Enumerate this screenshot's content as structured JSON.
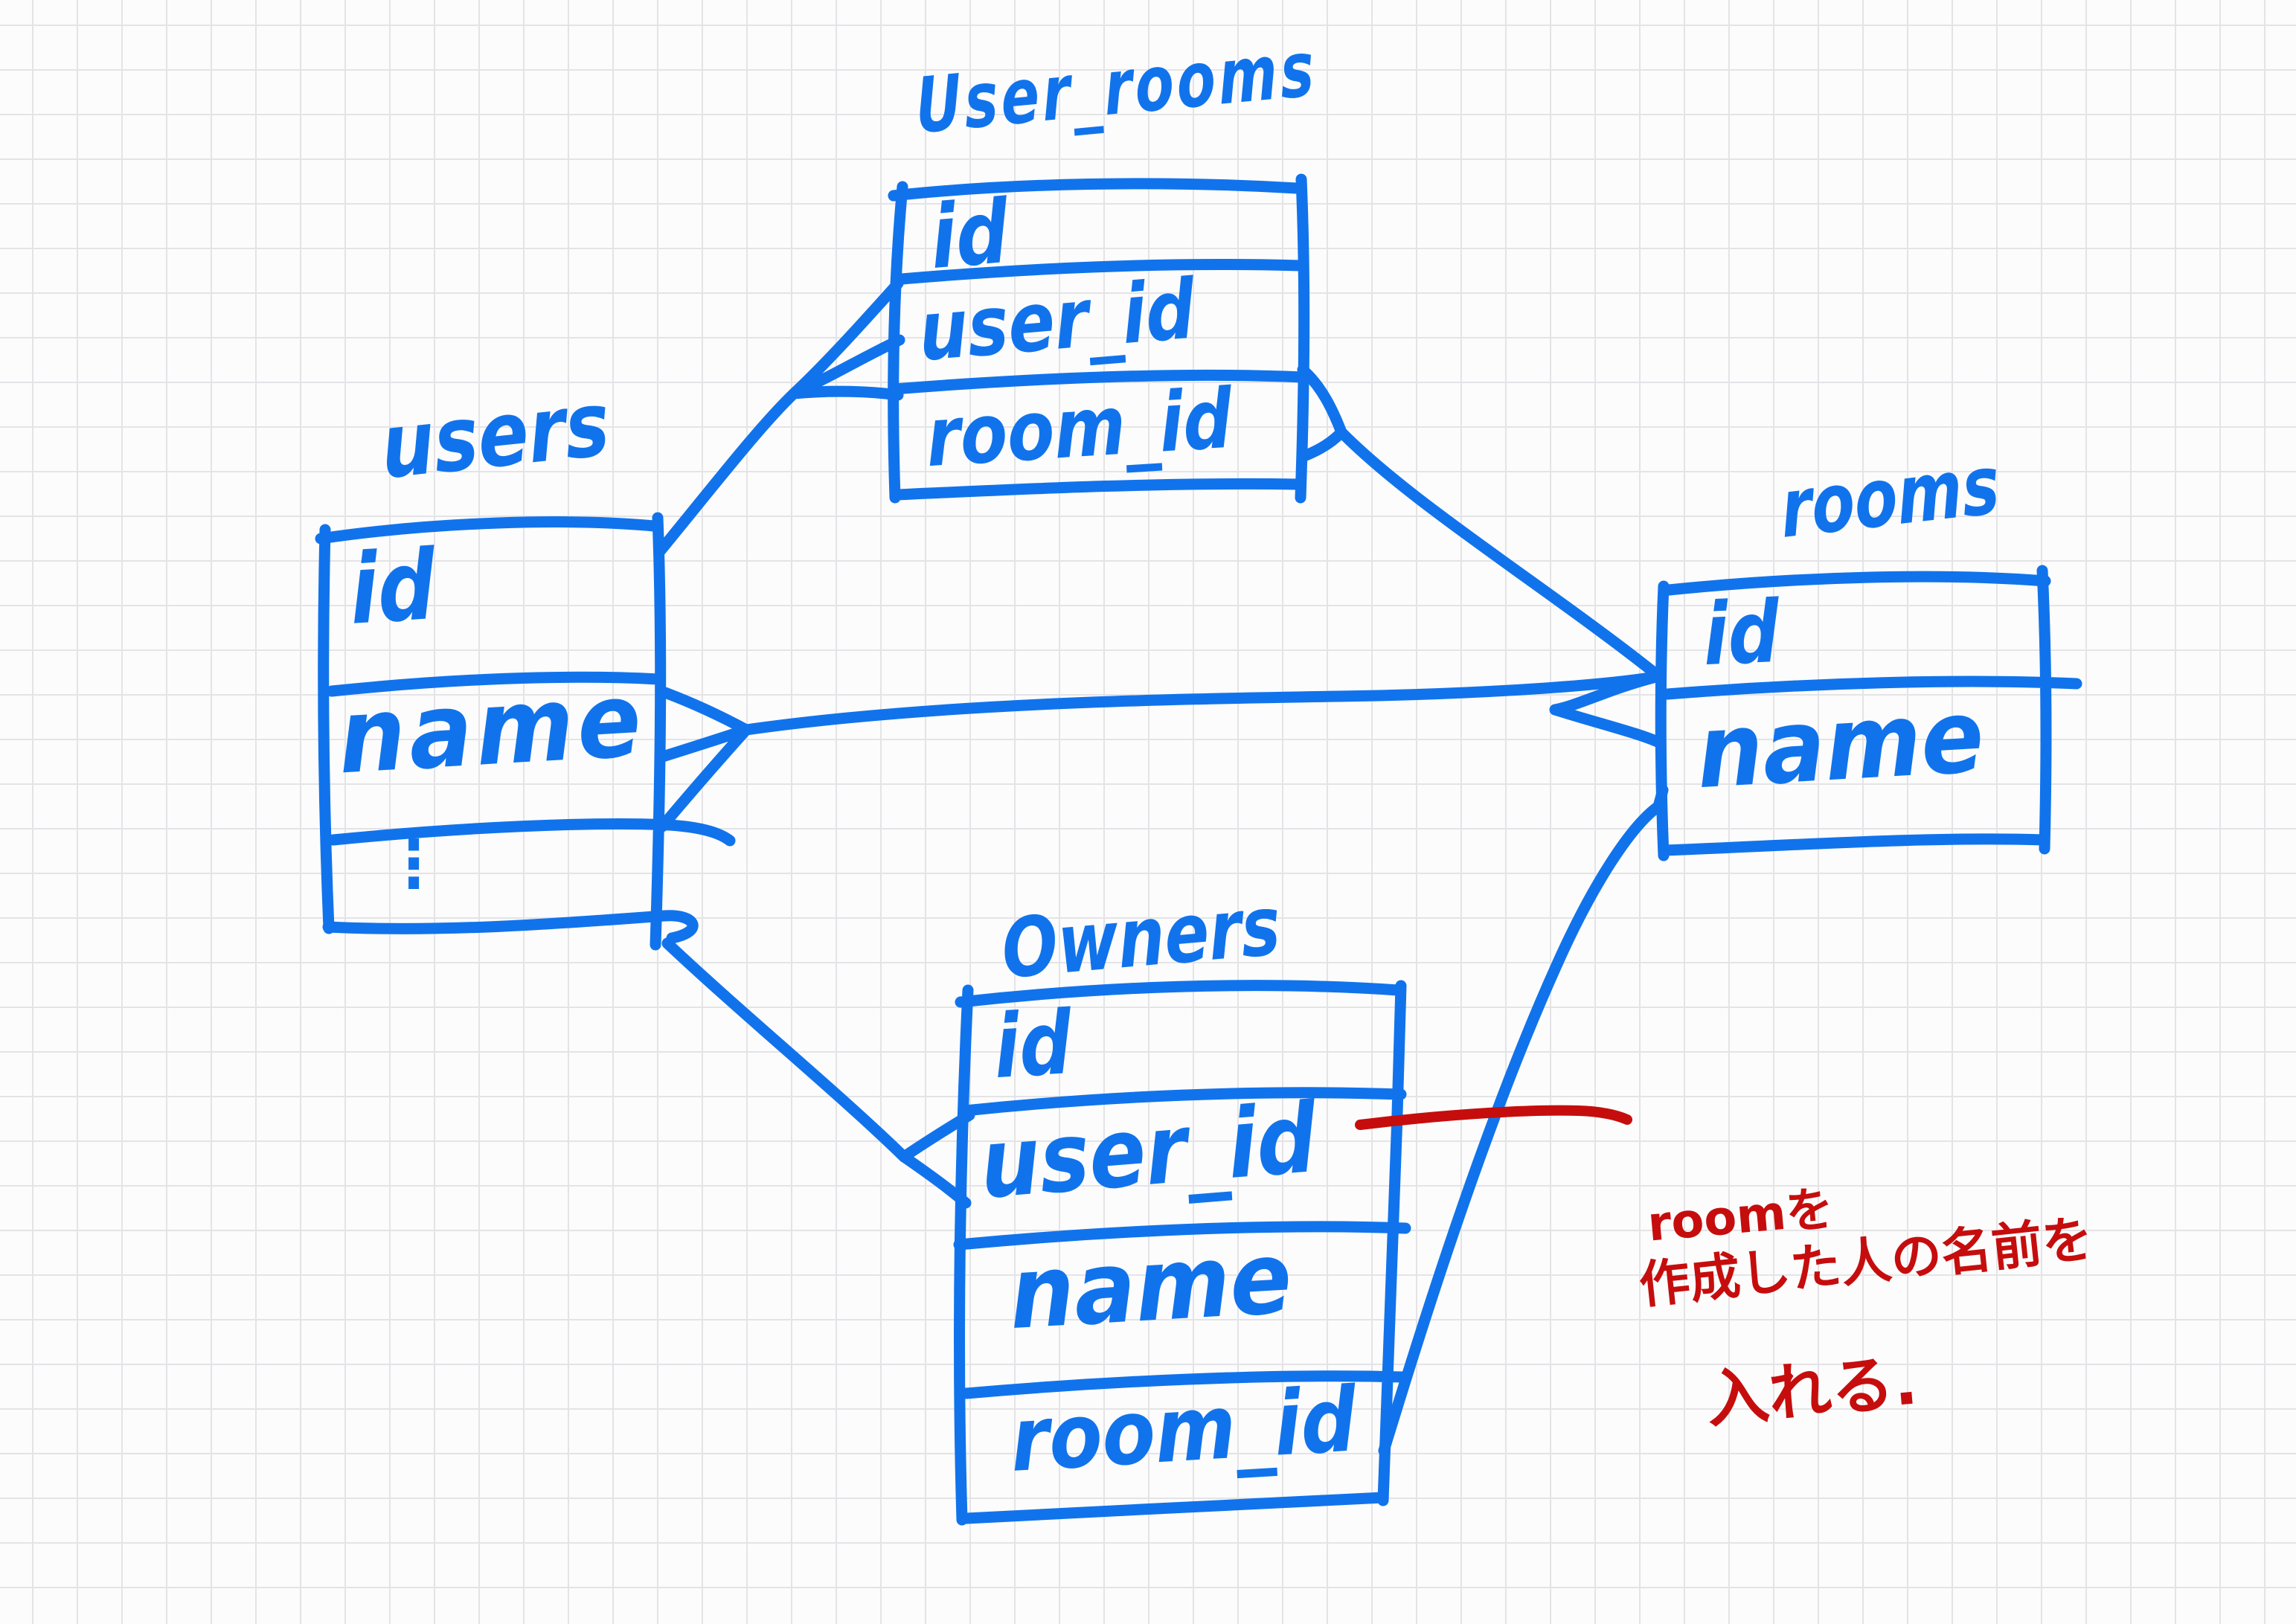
{
  "canvas": {
    "background": "#fcfcfc",
    "grid_color": "#e4e4e7",
    "ink_blue": "#1173ec",
    "ink_red": "#c60d0d"
  },
  "diagram": {
    "tables": [
      {
        "name": "users",
        "fields": [
          "id",
          "name",
          "⋮"
        ]
      },
      {
        "name": "User_rooms",
        "fields": [
          "id",
          "user_id",
          "room_id"
        ]
      },
      {
        "name": "rooms",
        "fields": [
          "id",
          "name"
        ]
      },
      {
        "name": "Owners",
        "fields": [
          "id",
          "user_id",
          "name",
          "room_id"
        ]
      }
    ],
    "relationships": [
      {
        "from": "users",
        "to": "User_rooms",
        "crow_foot_at": "User_rooms"
      },
      {
        "from": "User_rooms",
        "to": "rooms",
        "crow_foot_at": "User_rooms"
      },
      {
        "from": "users",
        "to": "rooms",
        "crow_foot_at": "users"
      },
      {
        "from": "users",
        "to": "Owners",
        "crow_foot_at": "Owners"
      },
      {
        "from": "Owners",
        "to": "rooms",
        "crow_foot_at": "none"
      }
    ],
    "annotation": {
      "color": "#c60d0d",
      "points_to": "Owners.name",
      "lines": [
        "roomを",
        "作成した人の名前を",
        "入れる."
      ]
    }
  }
}
